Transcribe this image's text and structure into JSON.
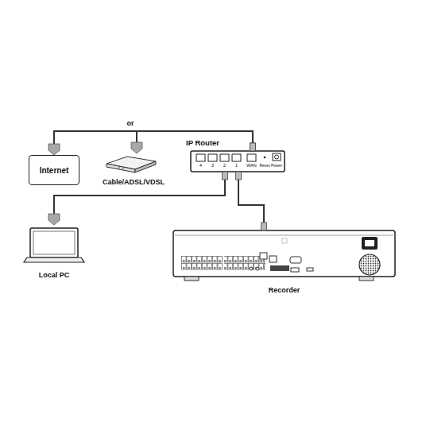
{
  "diagram": {
    "nodes": [
      {
        "text": [
          "Internet"
        ]
      },
      {
        "text": [
          "Cable/ADSL/VDSL"
        ]
      },
      {
        "text": [
          "IP Router"
        ]
      },
      {
        "text": [
          "Local PC"
        ]
      },
      {
        "text": [
          "Recorder"
        ]
      }
    ],
    "edges": [
      {
        "from": 2,
        "to": 0,
        "arrow": "to"
      },
      {
        "from": 2,
        "to": 1,
        "arrow": "to"
      },
      {
        "from": 2,
        "to": 3,
        "arrow": "to"
      },
      {
        "from": 2,
        "to": 4,
        "arrow": "none"
      }
    ],
    "labels": [
      "or",
      "4",
      "3",
      "2",
      "1",
      "WAN",
      "Reset",
      "Power"
    ]
  }
}
